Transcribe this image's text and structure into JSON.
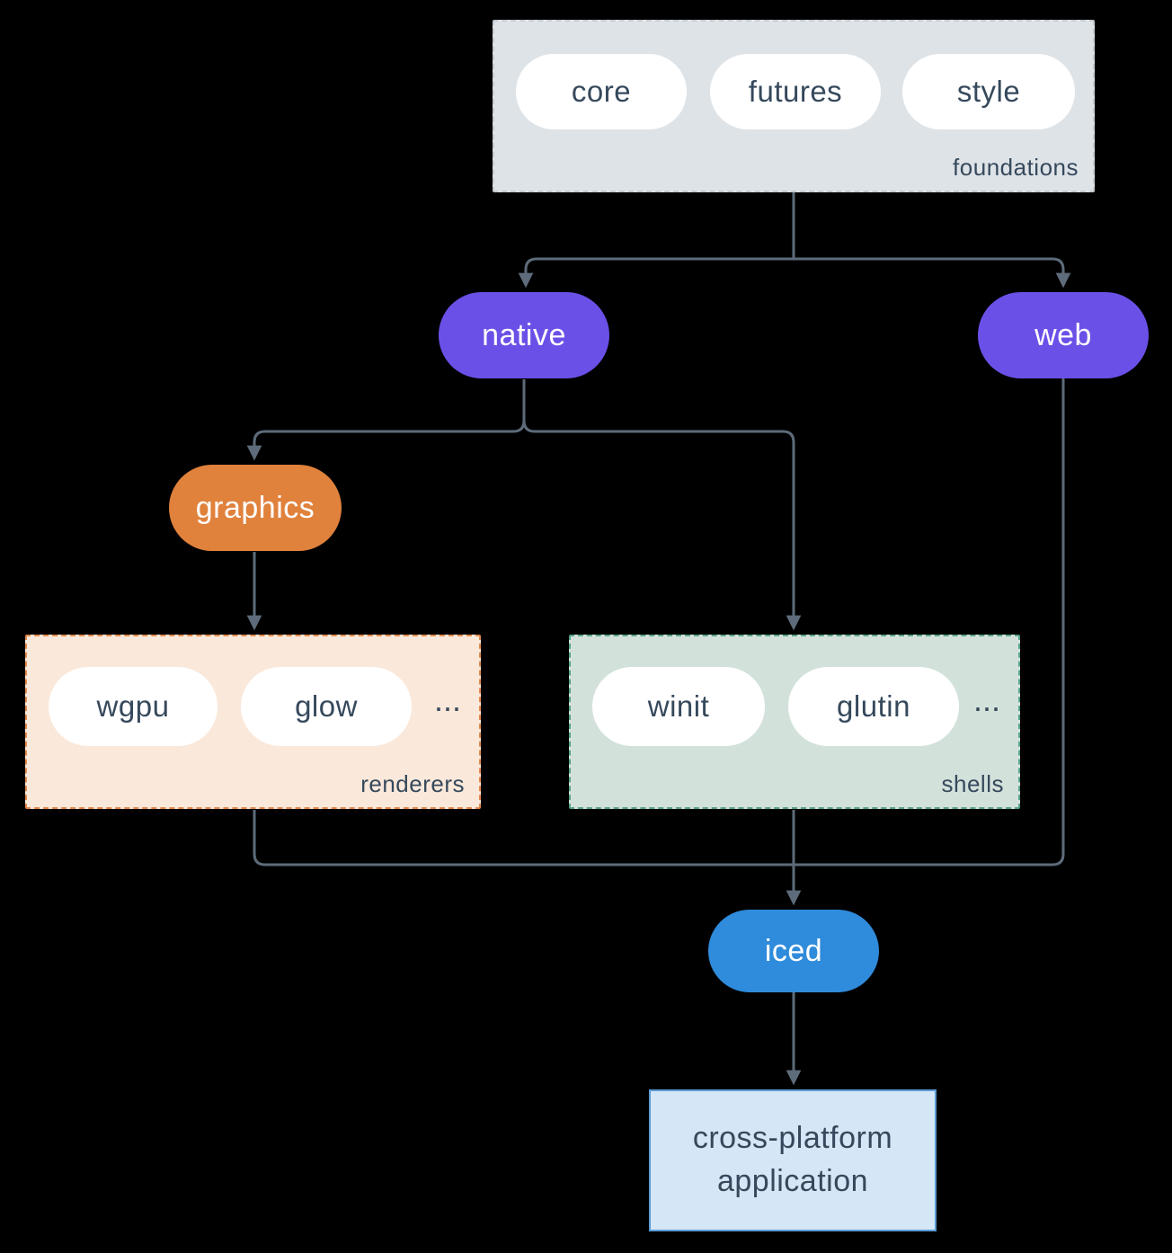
{
  "diagram": {
    "foundations": {
      "label": "foundations",
      "pills": [
        "core",
        "futures",
        "style"
      ]
    },
    "native": {
      "label": "native"
    },
    "web": {
      "label": "web"
    },
    "graphics": {
      "label": "graphics"
    },
    "renderers": {
      "label": "renderers",
      "pills": [
        "wgpu",
        "glow"
      ],
      "more": "..."
    },
    "shells": {
      "label": "shells",
      "pills": [
        "winit",
        "glutin"
      ],
      "more": "..."
    },
    "iced": {
      "label": "iced"
    },
    "application": {
      "label": "cross-platform application"
    }
  },
  "colors": {
    "background": "#000000",
    "line": "#5d6b7a",
    "purple": "#6b50e8",
    "orange": "#e0813c",
    "blue": "#2f8bdb",
    "gray-box-bg": "#dee3e7",
    "gray-box-border": "#c3cad0",
    "renderers-bg": "#fae8da",
    "renderers-border": "#e28a4e",
    "shells-bg": "#d3e1db",
    "shells-border": "#57a287",
    "app-bg": "#d5e6f7",
    "app-border": "#5b9bd5",
    "pill-bg": "#ffffff",
    "text-dark": "#36495c",
    "text-light": "#ffffff"
  }
}
